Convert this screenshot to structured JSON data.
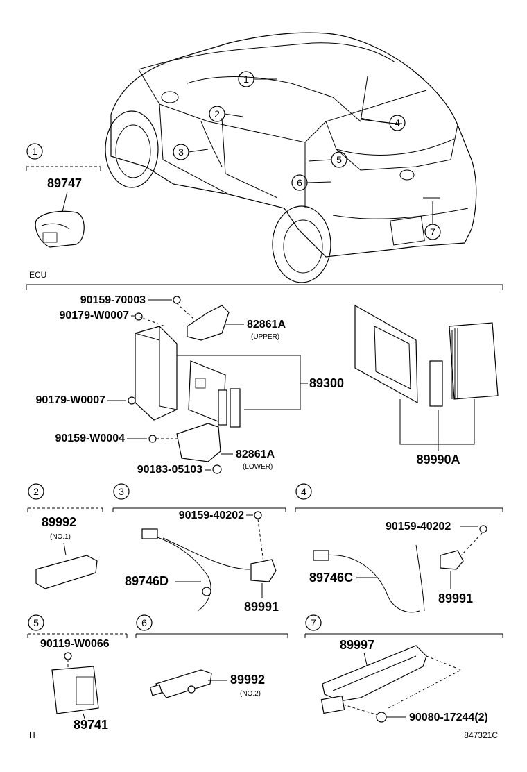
{
  "diagram": {
    "callouts": [
      "1",
      "2",
      "3",
      "4",
      "5",
      "6",
      "7"
    ],
    "sections": {
      "s1": {
        "number": "1",
        "part": "89747"
      },
      "ecu": {
        "label": "ECU",
        "parts": {
          "p90159_70003": "90159-70003",
          "p90179_w0007a": "90179-W0007",
          "p82861a_upper": "82861A",
          "upper": "(UPPER)",
          "p89300": "89300",
          "p90179_w0007b": "90179-W0007",
          "p90159_w0004": "90159-W0004",
          "p82861a_lower": "82861A",
          "lower": "(LOWER)",
          "p90183_05103": "90183-05103",
          "p89990a": "89990A"
        }
      },
      "s2": {
        "number": "2",
        "part": "89992",
        "note": "(NO.1)"
      },
      "s3": {
        "number": "3",
        "p90159_40202": "90159-40202",
        "p89746d": "89746D",
        "p89991": "89991"
      },
      "s4": {
        "number": "4",
        "p90159_40202": "90159-40202",
        "p89746c": "89746C",
        "p89991": "89991"
      },
      "s5": {
        "number": "5",
        "p90119_w0066": "90119-W0066",
        "p89741": "89741"
      },
      "s6": {
        "number": "6",
        "part": "89992",
        "note": "(NO.2)"
      },
      "s7": {
        "number": "7",
        "p89997": "89997",
        "p90080_17244": "90080-17244(2)"
      }
    },
    "footer": {
      "mark": "H",
      "code": "847321C"
    }
  }
}
